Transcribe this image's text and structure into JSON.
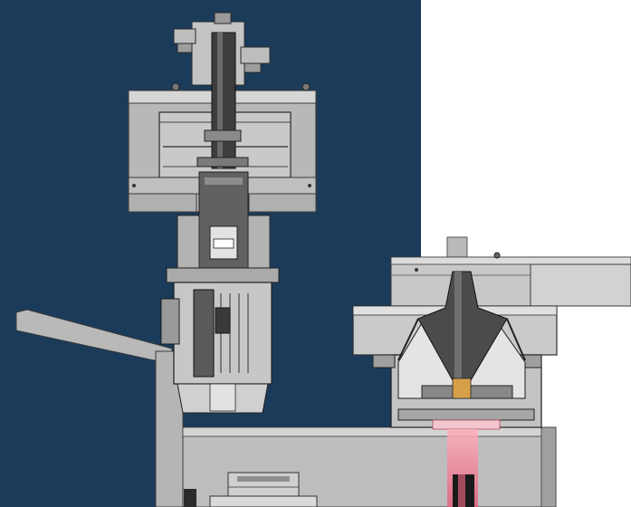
{
  "image": {
    "kind": "cad-cross-section",
    "components": [
      "motor-assembly-upper",
      "top-housing",
      "drive-shaft-column",
      "gear-motor",
      "support-arm",
      "machine-base",
      "separator-hood",
      "separator-bowl",
      "discharge-column"
    ]
  },
  "colors": {
    "background_panel": "#1b3b5a",
    "background_right": "#ffffff",
    "steel_light": "#cfcfcf",
    "steel_mid": "#a9a9a9",
    "steel_dark": "#5f5f5f",
    "outline": "#2a2a2a",
    "accent_red": "#e0607a"
  }
}
